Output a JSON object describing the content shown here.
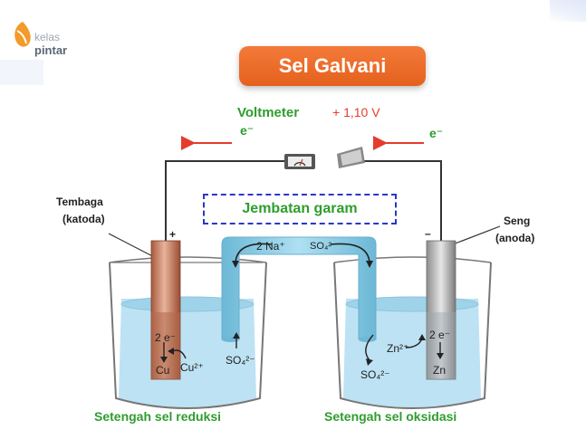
{
  "logo": {
    "line1": "kelas",
    "line2": "pintar"
  },
  "title": "Sel Galvani",
  "voltmeter": {
    "label": "Voltmeter",
    "value": "+ 1,10 V"
  },
  "electron_left": "e⁻",
  "electron_right": "e⁻",
  "cathode": {
    "name": "Tembaga",
    "role": "(katoda)",
    "sign": "+"
  },
  "anode": {
    "name": "Seng",
    "role": "(anoda)",
    "sign": "–"
  },
  "salt_bridge": {
    "label": "Jembatan garam",
    "ion_left": "2 Na⁺",
    "ion_right": "SO₄²⁻"
  },
  "left_cell": {
    "electrons": "2 e⁻",
    "metal": "Cu",
    "ion": "Cu²⁺",
    "bridge_ion": "SO₄²⁻",
    "caption": "Setengah sel reduksi"
  },
  "right_cell": {
    "electrons": "2 e⁻",
    "metal": "Zn",
    "ion": "Zn²⁺",
    "bridge_ion": "SO₄²⁻",
    "caption": "Setengah sel oksidasi"
  },
  "colors": {
    "title_orange": "#f06a28",
    "green": "#2e9d2e",
    "arrow_red": "#e63b2e",
    "dashed_blue": "#2a37c9",
    "solution": "#bde2f3",
    "bridge": "#8ecfe6",
    "copper": "#c47a5a",
    "zinc": "#b4b4b4"
  }
}
